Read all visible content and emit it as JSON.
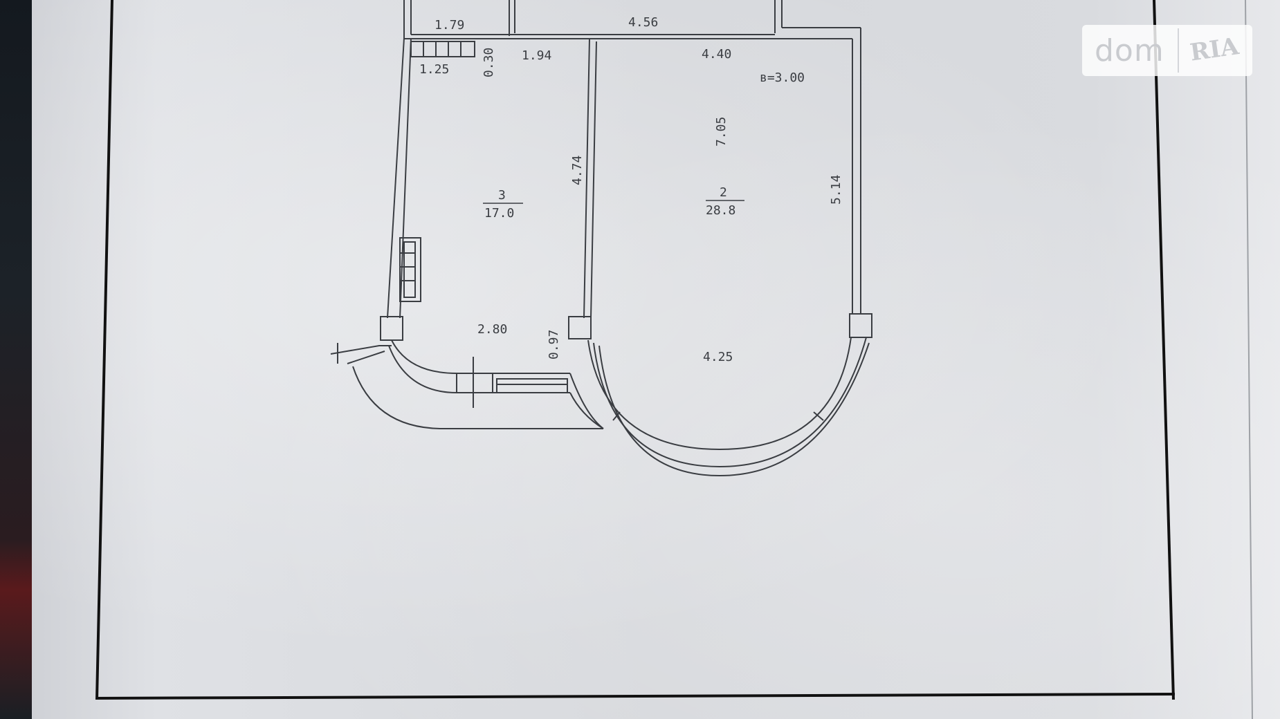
{
  "watermark": {
    "brand": "dom",
    "sub": "RIA"
  },
  "plan": {
    "height_label": "в=3.00",
    "rooms": [
      {
        "number": "3",
        "area": "17.0"
      },
      {
        "number": "2",
        "area": "28.8"
      }
    ],
    "dimensions": {
      "d_1_79": "1.79",
      "d_4_56": "4.56",
      "d_1_94": "1.94",
      "d_4_40": "4.40",
      "d_1_25": "1.25",
      "d_0_30": "0.30",
      "d_7_05": "7.05",
      "d_4_74": "4.74",
      "d_5_14": "5.14",
      "d_2_80": "2.80",
      "d_0_97": "0.97",
      "d_4_25": "4.25"
    }
  },
  "colors": {
    "ink": "#3a3d42",
    "paper": "#d8dadf",
    "frame": "#111111"
  }
}
